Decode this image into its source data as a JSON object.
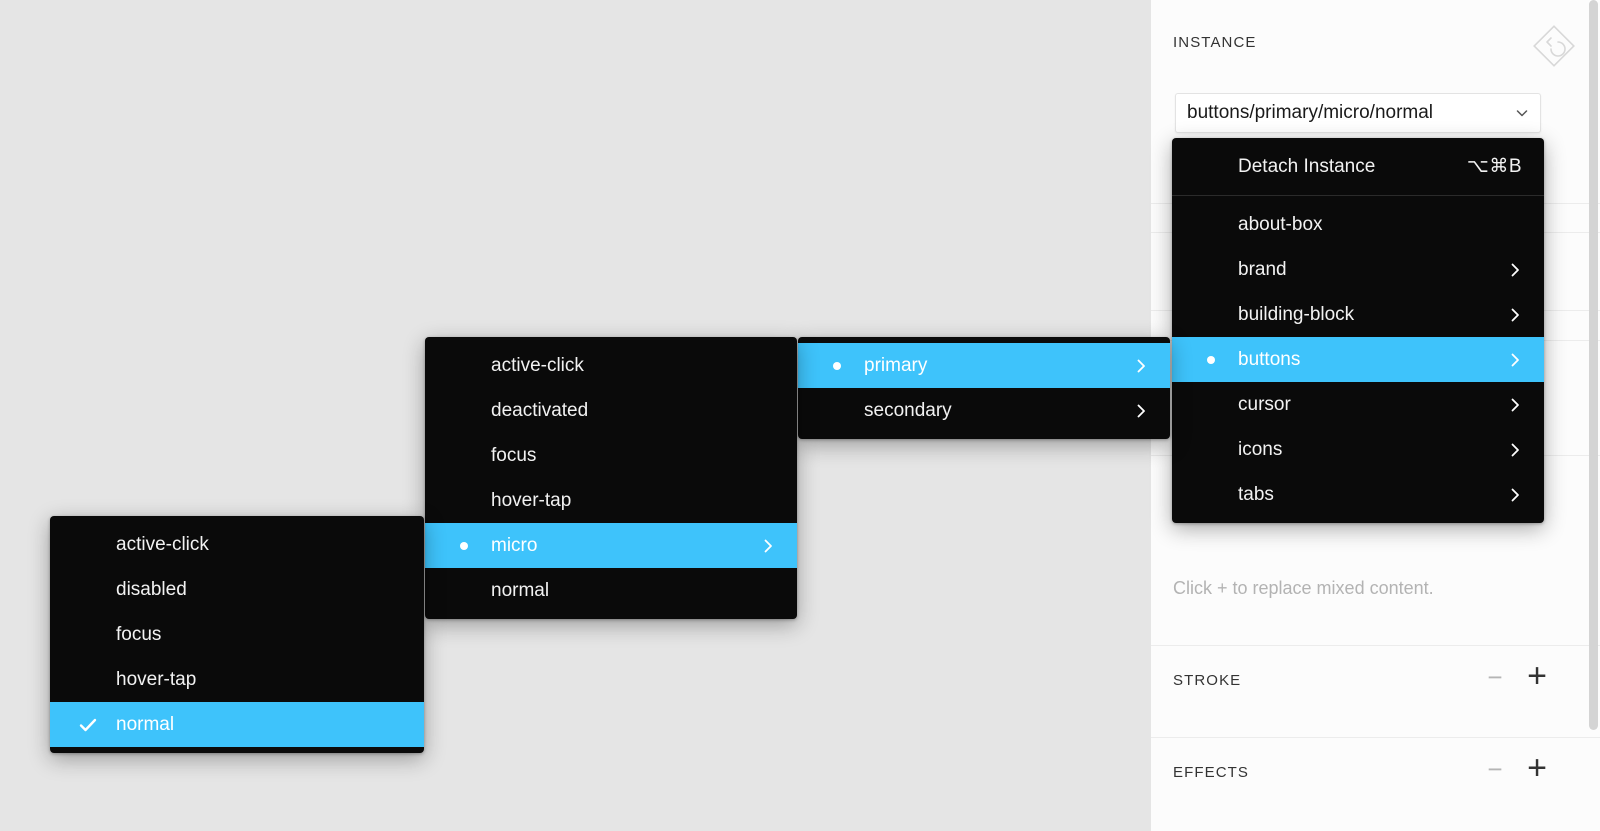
{
  "app": {
    "canvas_bg": "#e5e5e5",
    "panel_bg": "#fcfcfc",
    "accent": "#3ec3fb",
    "menu_bg": "#0a0a0a"
  },
  "panel": {
    "section_instance": "INSTANCE",
    "section_stroke": "STROKE",
    "section_effects": "EFFECTS",
    "reset_icon": "reset-instance-icon",
    "hint": "Click + to replace mixed content.",
    "stroke_remove": "−",
    "stroke_add": "+",
    "effects_remove": "−",
    "effects_add": "+"
  },
  "combobox": {
    "value": "buttons/primary/micro/normal",
    "caret_icon": "chevron-down-icon"
  },
  "menus": {
    "root": {
      "name": "instance-swap-menu",
      "detach": {
        "label": "Detach Instance",
        "shortcut": "⌥⌘B"
      },
      "items": [
        {
          "label": "about-box",
          "submenu": false,
          "selected": false,
          "bullet": false
        },
        {
          "label": "brand",
          "submenu": true,
          "selected": false,
          "bullet": false
        },
        {
          "label": "building-block",
          "submenu": true,
          "selected": false,
          "bullet": false
        },
        {
          "label": "buttons",
          "submenu": true,
          "selected": true,
          "bullet": true
        },
        {
          "label": "cursor",
          "submenu": true,
          "selected": false,
          "bullet": false
        },
        {
          "label": "icons",
          "submenu": true,
          "selected": false,
          "bullet": false
        },
        {
          "label": "tabs",
          "submenu": true,
          "selected": false,
          "bullet": false
        }
      ]
    },
    "buttons": {
      "name": "buttons-submenu",
      "items": [
        {
          "label": "primary",
          "submenu": true,
          "selected": true,
          "bullet": true
        },
        {
          "label": "secondary",
          "submenu": true,
          "selected": false,
          "bullet": false
        }
      ]
    },
    "primary": {
      "name": "primary-submenu",
      "items": [
        {
          "label": "active-click",
          "submenu": false,
          "selected": false,
          "bullet": false
        },
        {
          "label": "deactivated",
          "submenu": false,
          "selected": false,
          "bullet": false
        },
        {
          "label": "focus",
          "submenu": false,
          "selected": false,
          "bullet": false
        },
        {
          "label": "hover-tap",
          "submenu": false,
          "selected": false,
          "bullet": false
        },
        {
          "label": "micro",
          "submenu": true,
          "selected": true,
          "bullet": true
        },
        {
          "label": "normal",
          "submenu": false,
          "selected": false,
          "bullet": false
        }
      ]
    },
    "micro": {
      "name": "micro-submenu",
      "items": [
        {
          "label": "active-click",
          "submenu": false,
          "selected": false,
          "check": false
        },
        {
          "label": "disabled",
          "submenu": false,
          "selected": false,
          "check": false
        },
        {
          "label": "focus",
          "submenu": false,
          "selected": false,
          "check": false
        },
        {
          "label": "hover-tap",
          "submenu": false,
          "selected": false,
          "check": false
        },
        {
          "label": "normal",
          "submenu": false,
          "selected": true,
          "check": true
        }
      ]
    }
  }
}
